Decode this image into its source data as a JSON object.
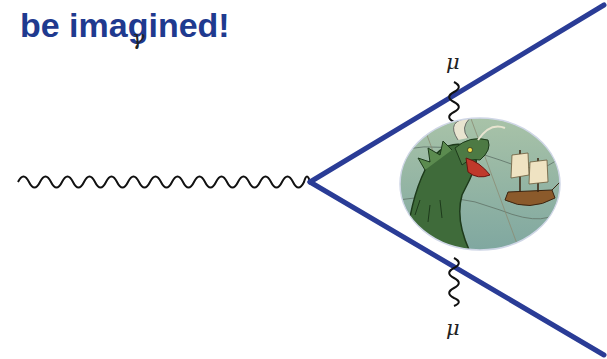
{
  "diagram": {
    "title": "be imagined!",
    "labels": [
      "γ",
      "μ",
      "μ"
    ]
  }
}
